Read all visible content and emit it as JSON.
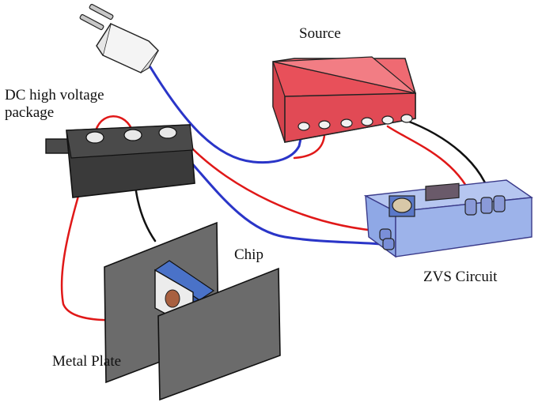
{
  "labels": {
    "source": "Source",
    "dc_package_line1": "DC high voltage",
    "dc_package_line2": "package",
    "chip": "Chip",
    "zvs_circuit": "ZVS Circuit",
    "metal_plate": "Metal Plate"
  },
  "colors": {
    "source_box": "#e8505a",
    "zvs_box": "#8fa8e6",
    "dc_package": "#3a3a3a",
    "metal_plate": "#6b6b6b",
    "chip_holder": "#4a72c8",
    "wire_red": "#e01818",
    "wire_blue": "#2a35c8",
    "wire_black": "#111111"
  }
}
